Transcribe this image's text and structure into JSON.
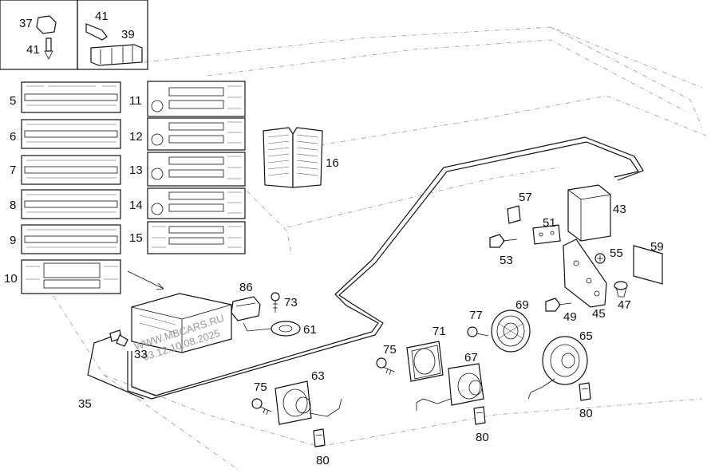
{
  "labels": {
    "p37": "37",
    "p41a": "41",
    "p41b": "41",
    "p39": "39",
    "p5": "5",
    "p6": "6",
    "p7": "7",
    "p8": "8",
    "p9": "9",
    "p10": "10",
    "p11": "11",
    "p12": "12",
    "p13": "13",
    "p14": "14",
    "p15": "15",
    "p16": "16",
    "p86": "86",
    "p73": "73",
    "p61": "61",
    "p33": "33",
    "p35": "35",
    "p57": "57",
    "p51": "51",
    "p43": "43",
    "p53": "53",
    "p55": "55",
    "p59": "59",
    "p45": "45",
    "p47": "47",
    "p49": "49",
    "p69": "69",
    "p77": "77",
    "p71": "71",
    "p67": "67",
    "p65": "65",
    "p75a": "75",
    "p75b": "75",
    "p63": "63",
    "p80a": "80",
    "p80b": "80",
    "p80c": "80"
  },
  "watermark": {
    "line1": "WWW.MBCARS.RU",
    "line2": "03.12.10.08.2025"
  },
  "colors": {
    "ink": "#111111",
    "car_outline": "#999999",
    "watermark": "#999999"
  }
}
